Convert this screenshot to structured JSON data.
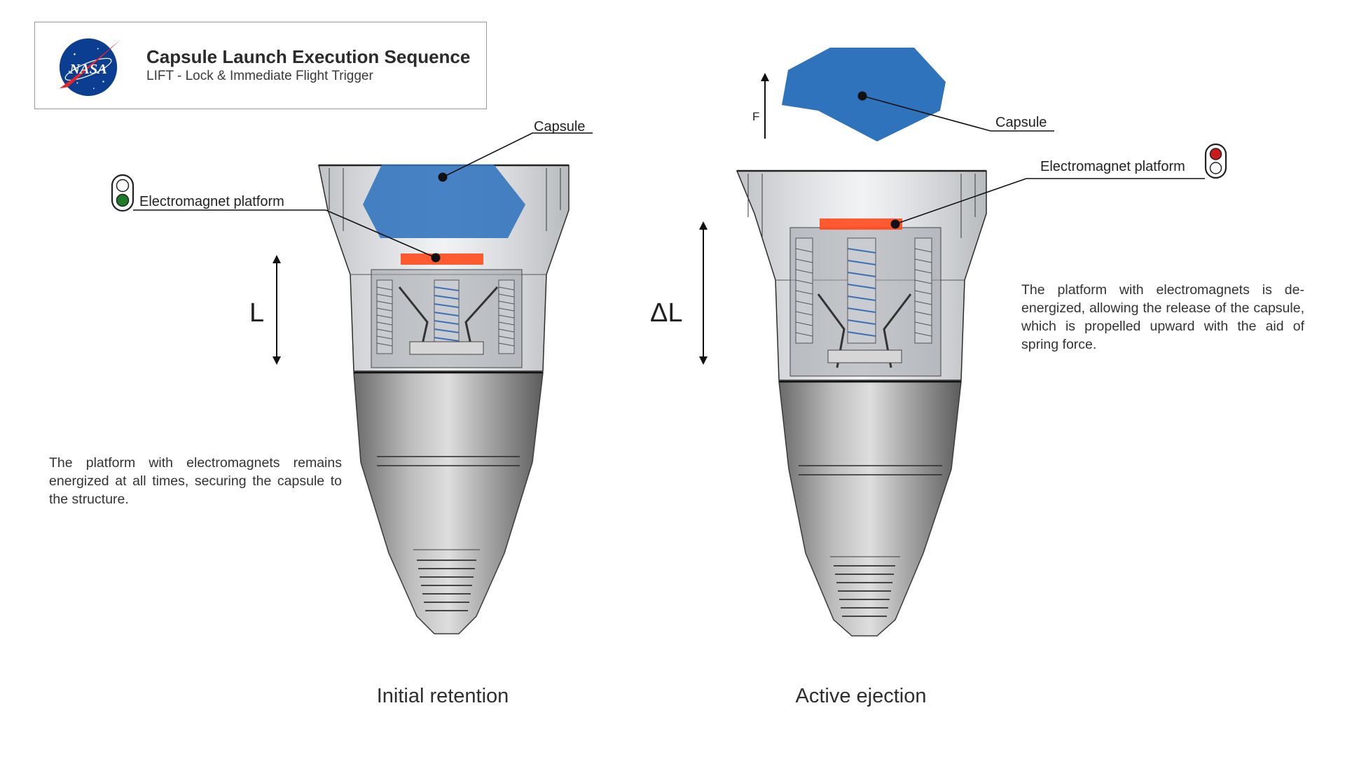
{
  "header": {
    "logo_text": "NASA",
    "title": "Capsule Launch Execution Sequence",
    "subtitle": "LIFT - Lock & Immediate Flight Trigger"
  },
  "colors": {
    "capsule": "#2f73bd",
    "electromagnet": "#ff4a1c",
    "signal_green": "#1f7a2a",
    "signal_red": "#cc1a1a",
    "body_gray": "#8c8c8c",
    "nasa_blue": "#0b3d91"
  },
  "left_panel": {
    "capsule_label": "Capsule",
    "platform_label": "Electromagnet platform",
    "dimension_label": "L",
    "signal_state": "green",
    "description": "The platform with electromagnets remains energized at all times, securing the capsule to the structure.",
    "caption": "Initial retention"
  },
  "right_panel": {
    "capsule_label": "Capsule",
    "platform_label": "Electromagnet platform",
    "dimension_label": "ΔL",
    "force_label": "F",
    "signal_state": "red",
    "description": "The platform with electromagnets is de-energized, allowing the release of the capsule, which is propelled upward with the aid of spring force.",
    "caption": "Active ejection"
  }
}
